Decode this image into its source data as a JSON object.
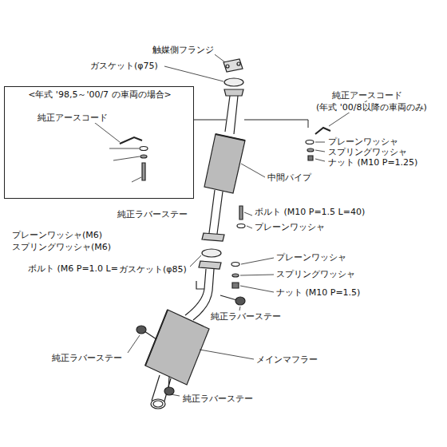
{
  "diagram": {
    "nodes": [
      {
        "text": [
          "<年式 '98,5～'00/7 の車両の場合>",
          "純正アースコード",
          "プレーンワッシャ(M6)",
          "スプリングワッシャ(M6)",
          "ボルト (M6 P=1.0 L=15)"
        ]
      }
    ],
    "labels": [
      "触媒側フランジ",
      "ガスケット(φ75)",
      "純正アースコード",
      "(年式 '00/8以降の車両のみ)",
      "プレーンワッシャ",
      "スプリングワッシャ",
      "ナット (M10 P=1.25)",
      "中間パイプ",
      "純正ラバーステー",
      "ボルト (M10 P=1.5 L=40)",
      "プレーンワッシャ",
      "ガスケット(φ85)",
      "プレーンワッシャ",
      "スプリングワッシャ",
      "ナット (M10 P=1.5)",
      "純正ラバーステー",
      "純正ラバーステー",
      "メインマフラー",
      "純正ラバーステー"
    ]
  }
}
